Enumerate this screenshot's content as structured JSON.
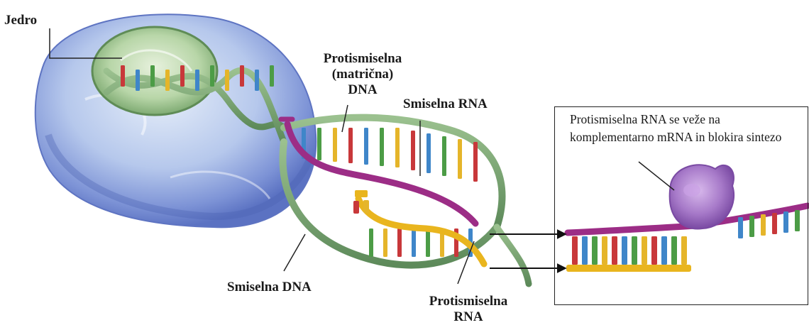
{
  "labels": {
    "nucleus": "Jedro",
    "antisense_dna": [
      "Protismiselna",
      "(matrična)",
      "DNA"
    ],
    "sense_rna": "Smiselna RNA",
    "sense_dna": "Smiselna DNA",
    "antisense_rna": [
      "Protismiselna",
      "RNA"
    ]
  },
  "inset": {
    "description": "Protismiselna RNA se veže na komplementarno mRNA in blokira sintezo"
  },
  "colors": {
    "base_red": "#c8383a",
    "base_blue": "#3f86c9",
    "base_green": "#4c9c46",
    "base_yellow": "#e5b52a",
    "backbone": "#6f9d6d",
    "sense_rna_strand": "#9c2d86",
    "antisense_rna_strand": "#e9b51e",
    "cell": "#6d88cc",
    "nucleus": "#8fbe83",
    "ribosome": "#9f6bc4"
  }
}
